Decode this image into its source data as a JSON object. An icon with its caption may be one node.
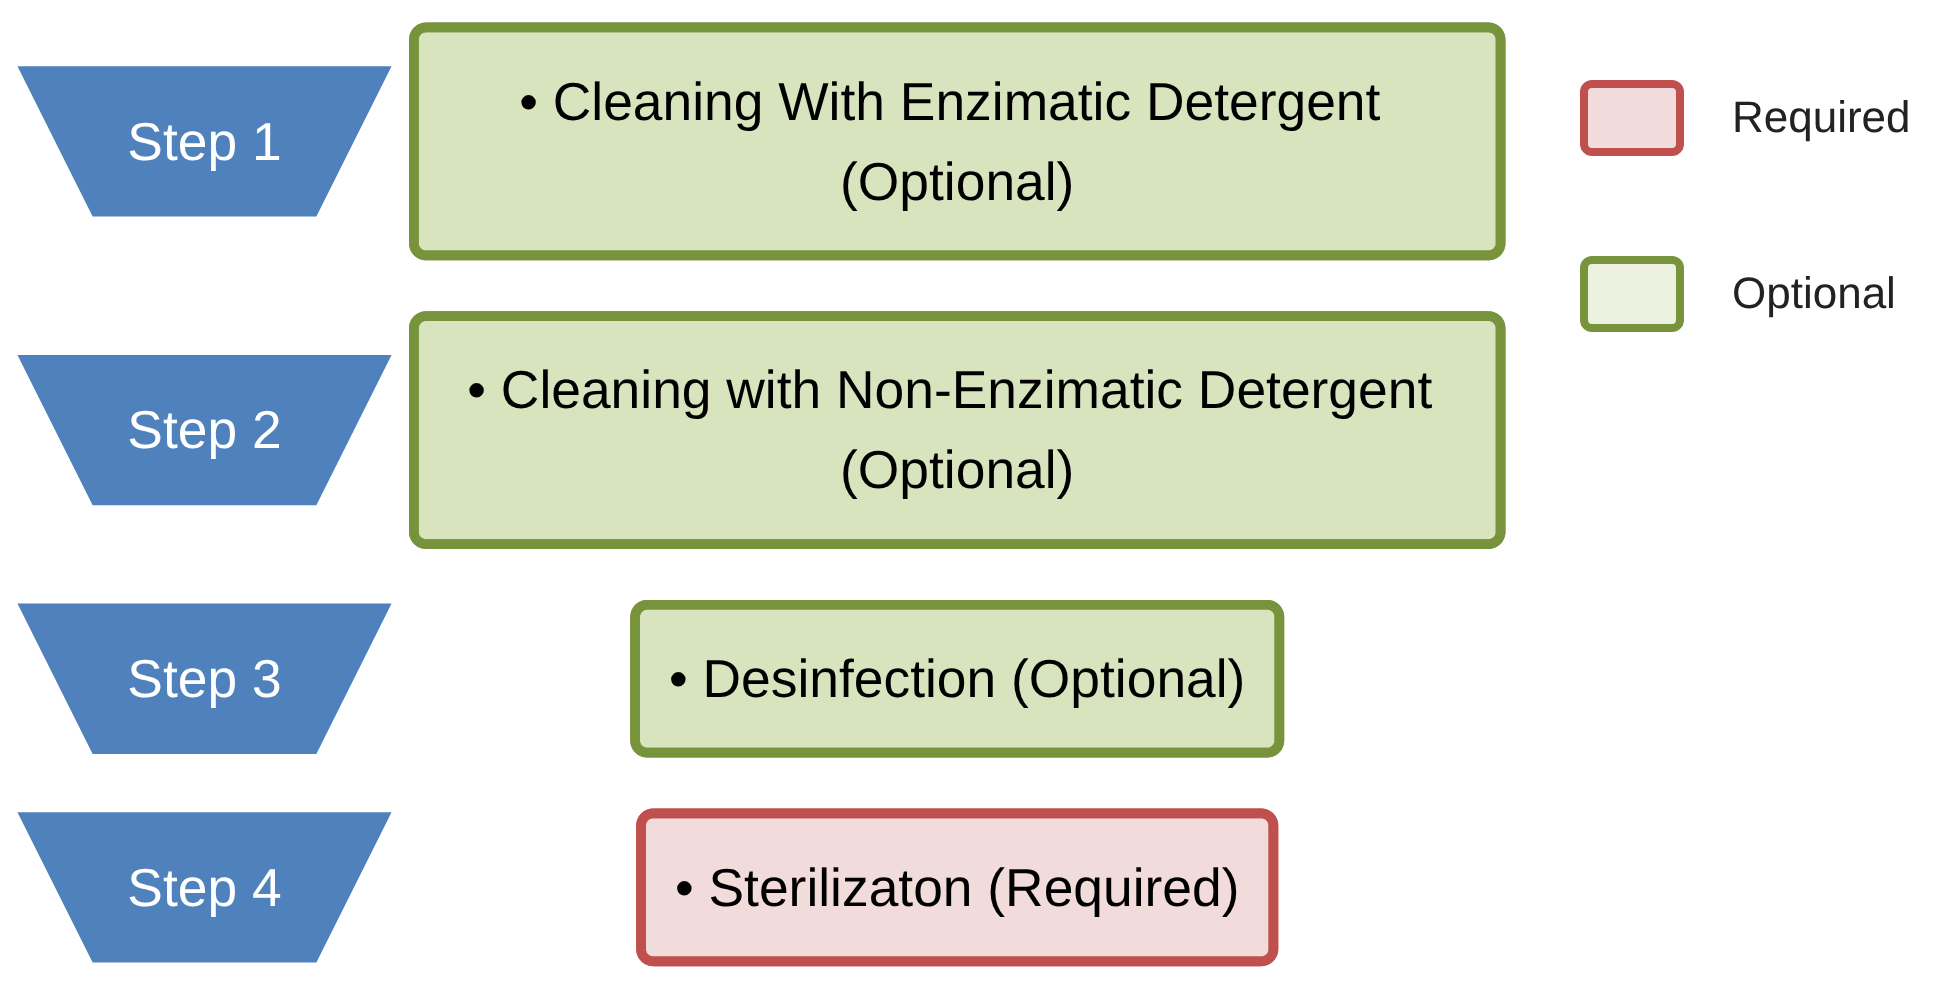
{
  "diagram": {
    "nodes": [
      {
        "text": [
          "Step 1"
        ]
      },
      {
        "text": [
          "• Cleaning With Enzimatic Detergent (Optional)"
        ]
      },
      {
        "text": [
          "Step 2"
        ]
      },
      {
        "text": [
          "• Cleaning with Non-Enzimatic Detergent (Optional)"
        ]
      },
      {
        "text": [
          "Step 3"
        ]
      },
      {
        "text": [
          "• Desinfection (Optional)"
        ]
      },
      {
        "text": [
          "Step 4"
        ]
      },
      {
        "text": [
          "• Sterilizaton (Required)"
        ]
      }
    ],
    "edges": [],
    "legend": [
      {
        "text": "Required",
        "color": "#f2dcdb"
      },
      {
        "text": "Optional",
        "color": "#ebf1de"
      }
    ]
  }
}
